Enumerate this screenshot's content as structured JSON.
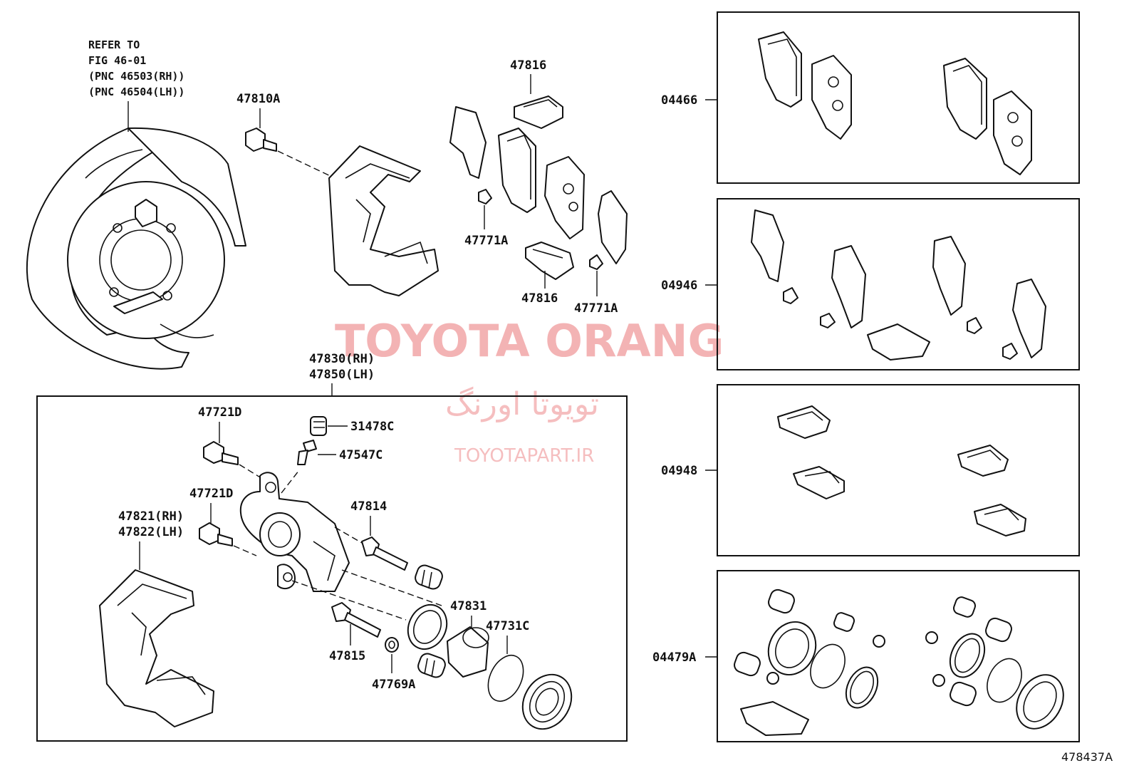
{
  "note": {
    "line1": "REFER TO",
    "line2": "FIG 46-01",
    "line3": "(PNC 46503(RH))",
    "line4": "(PNC 46504(LH))"
  },
  "labels": {
    "p47810A": "47810A",
    "p47816a": "47816",
    "p47771Aa": "47771A",
    "p47816b": "47816",
    "p47771Ab": "47771A",
    "p47830": "47830(RH)",
    "p47850": "47850(LH)",
    "p47721Da": "47721D",
    "p31478C": "31478C",
    "p47547C": "47547C",
    "p47721Db": "47721D",
    "p47814": "47814",
    "p47821": "47821(RH)",
    "p47822": "47822(LH)",
    "p47831": "47831",
    "p47731C": "47731C",
    "p47815": "47815",
    "p47769A": "47769A"
  },
  "kits": {
    "k04466": "04466",
    "k04946": "04946",
    "k04948": "04948",
    "k04479A": "04479A"
  },
  "watermark": {
    "brand": "TOYOTA ORANG",
    "persian": "تویوتا اورنگ",
    "site": "TOYOTAPART.IR"
  },
  "diagram_code": "478437A"
}
